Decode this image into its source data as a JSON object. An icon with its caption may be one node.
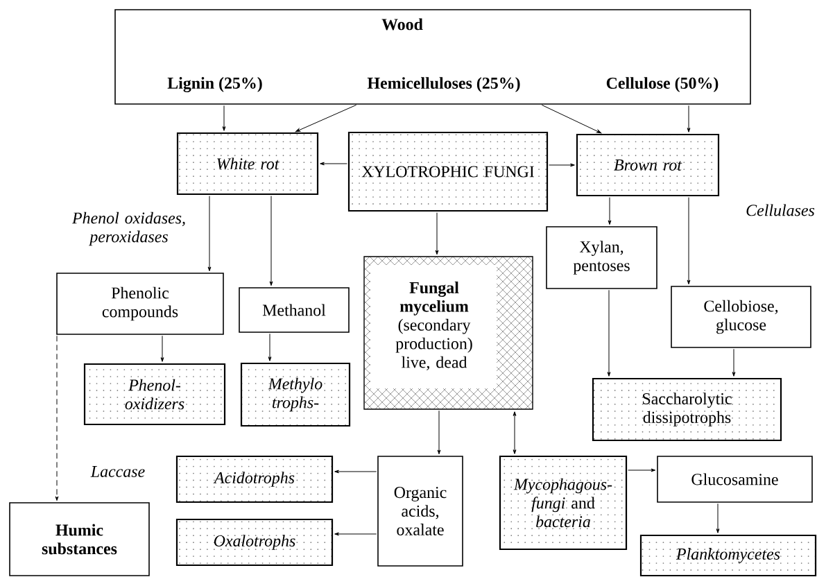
{
  "diagram": {
    "nodes": [
      {
        "text": [
          "Wood",
          "Lignin (25%)",
          "Hemicelluloses (25%)",
          "Cellulose (50%)"
        ]
      },
      {
        "text": [
          "White rot"
        ]
      },
      {
        "text": [
          "XYLOTROPHIC FUNGI"
        ]
      },
      {
        "text": [
          "Brown rot"
        ]
      },
      {
        "text": [
          "Phenolic compounds"
        ]
      },
      {
        "text": [
          "Methanol"
        ]
      },
      {
        "text": [
          "Xylan, pentoses"
        ]
      },
      {
        "text": [
          "Fungal mycelium",
          "(secondary production) live, dead"
        ]
      },
      {
        "text": [
          "Cellobiose, glucose"
        ]
      },
      {
        "text": [
          "Phenol- oxidizers"
        ]
      },
      {
        "text": [
          "Methylo trophs-"
        ]
      },
      {
        "text": [
          "Saccharolytic dissipotrophs"
        ]
      },
      {
        "text": [
          "Acidotrophs"
        ]
      },
      {
        "text": [
          "Organic acids, oxalate"
        ]
      },
      {
        "text": [
          "*Mycophagous- fungi* and *bacteria*"
        ]
      },
      {
        "text": [
          "Glucosamine"
        ]
      },
      {
        "text": [
          "Humic substances"
        ]
      },
      {
        "text": [
          "Oxalotrophs"
        ]
      },
      {
        "text": [
          "Planktomycetes"
        ]
      }
    ],
    "edges": [
      {
        "from": 0,
        "to": 1,
        "arrow": "to"
      },
      {
        "from": 0,
        "to": 1,
        "arrow": "to"
      },
      {
        "from": 0,
        "to": 3,
        "arrow": "to"
      },
      {
        "from": 0,
        "to": 3,
        "arrow": "to"
      },
      {
        "from": 2,
        "to": 1,
        "arrow": "to"
      },
      {
        "from": 2,
        "to": 3,
        "arrow": "to"
      },
      {
        "from": 2,
        "to": 7,
        "arrow": "to"
      },
      {
        "from": 1,
        "to": 4,
        "arrow": "to"
      },
      {
        "from": 1,
        "to": 5,
        "arrow": "to"
      },
      {
        "from": 3,
        "to": 6,
        "arrow": "to"
      },
      {
        "from": 3,
        "to": 8,
        "arrow": "to"
      },
      {
        "from": 4,
        "to": 9,
        "arrow": "to"
      },
      {
        "from": 5,
        "to": 10,
        "arrow": "to"
      },
      {
        "from": 6,
        "to": 11,
        "arrow": "to"
      },
      {
        "from": 8,
        "to": 11,
        "arrow": "to"
      },
      {
        "from": 4,
        "to": 16,
        "arrow": "to",
        "style": "dashed"
      },
      {
        "from": 7,
        "to": 13,
        "arrow": "to"
      },
      {
        "from": 7,
        "to": 14,
        "arrow": "both"
      },
      {
        "from": 13,
        "to": 12,
        "arrow": "to"
      },
      {
        "from": 13,
        "to": 17,
        "arrow": "to"
      },
      {
        "from": 14,
        "to": 15,
        "arrow": "to"
      },
      {
        "from": 15,
        "to": 18,
        "arrow": "to"
      }
    ],
    "labels": [
      "Phenol oxidases, peroxidases",
      "Cellulases",
      "Laccase"
    ]
  }
}
